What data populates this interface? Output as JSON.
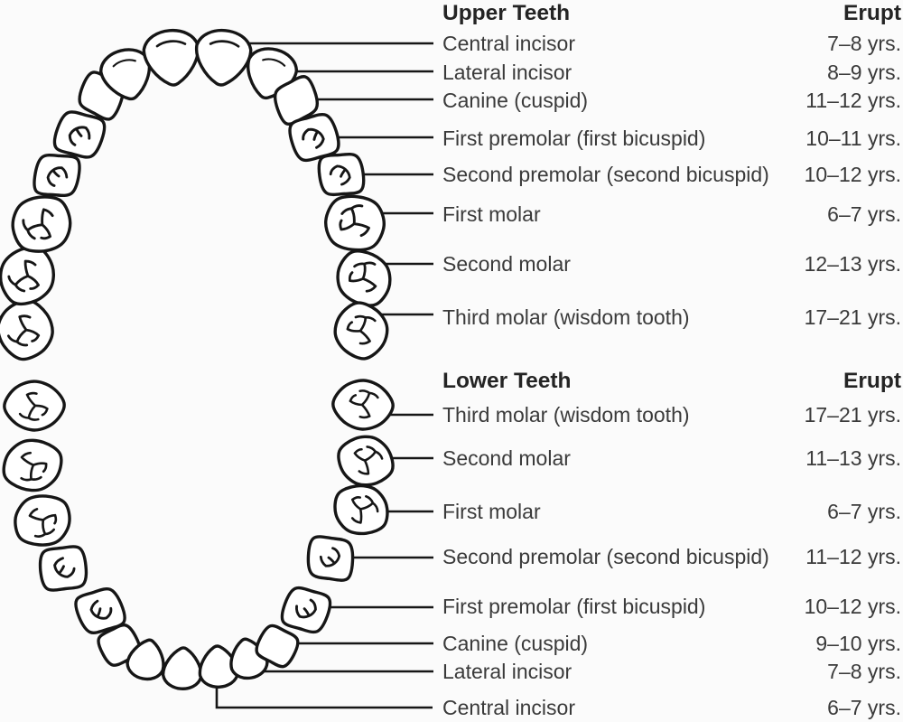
{
  "colors": {
    "ink": "#161616",
    "background": "#fbfbfb",
    "text": "#3a3a3a",
    "heading_text": "#242424"
  },
  "upper": {
    "title": "Upper Teeth",
    "erupt_header": "Erupt",
    "rows": [
      {
        "label": "Central incisor",
        "value": "7–8 yrs."
      },
      {
        "label": "Lateral incisor",
        "value": "8–9 yrs."
      },
      {
        "label": "Canine (cuspid)",
        "value": "11–12 yrs."
      },
      {
        "label": "First premolar (first bicuspid)",
        "value": "10–11 yrs."
      },
      {
        "label": "Second premolar (second bicuspid)",
        "value": "10–12 yrs."
      },
      {
        "label": "First molar",
        "value": "6–7 yrs."
      },
      {
        "label": "Second molar",
        "value": "12–13 yrs."
      },
      {
        "label": "Third molar (wisdom tooth)",
        "value": "17–21 yrs."
      }
    ]
  },
  "lower": {
    "title": "Lower Teeth",
    "erupt_header": "Erupt",
    "rows": [
      {
        "label": "Third molar (wisdom tooth)",
        "value": "17–21 yrs."
      },
      {
        "label": "Second molar",
        "value": "11–13 yrs."
      },
      {
        "label": "First molar",
        "value": "6–7 yrs."
      },
      {
        "label": "Second premolar (second bicuspid)",
        "value": "11–12 yrs."
      },
      {
        "label": "First premolar (first bicuspid)",
        "value": "10–12 yrs."
      },
      {
        "label": "Canine (cuspid)",
        "value": "9–10 yrs."
      },
      {
        "label": "Lateral incisor",
        "value": "7–8 yrs."
      },
      {
        "label": "Central incisor",
        "value": "6–7 yrs."
      }
    ]
  }
}
